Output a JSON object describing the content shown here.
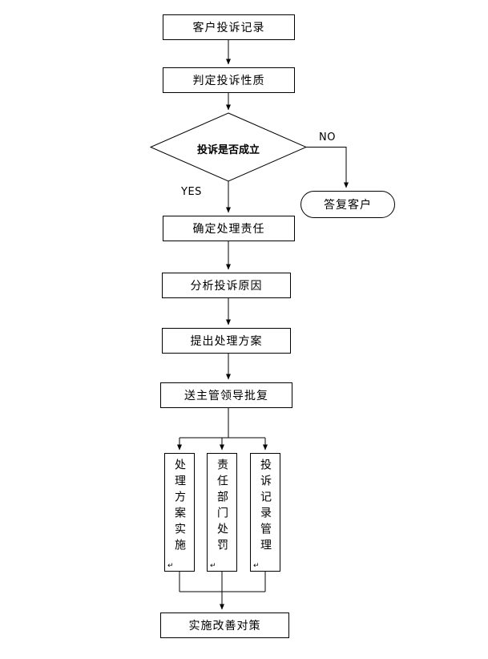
{
  "flowchart": {
    "nodes": {
      "record": {
        "label": "客户投诉记录"
      },
      "judge": {
        "label": "判定投诉性质"
      },
      "decision": {
        "label": "投诉是否成立"
      },
      "reply": {
        "label": "答复客户"
      },
      "responsibility": {
        "label": "确定处理责任"
      },
      "analyze": {
        "label": "分析投诉原因"
      },
      "propose": {
        "label": "提出处理方案"
      },
      "approve": {
        "label": "送主管领导批复"
      },
      "implement_plan": {
        "label": "处理方案实施"
      },
      "punish": {
        "label": "责任部门处罚"
      },
      "record_mgmt": {
        "label": "投诉记录管理"
      },
      "improve": {
        "label": "实施改善对策"
      }
    },
    "edge_labels": {
      "yes": "YES",
      "no": "NO"
    },
    "marks": {
      "return_mark": "↵"
    },
    "colors": {
      "stroke": "#000000",
      "fill": "#ffffff"
    }
  }
}
